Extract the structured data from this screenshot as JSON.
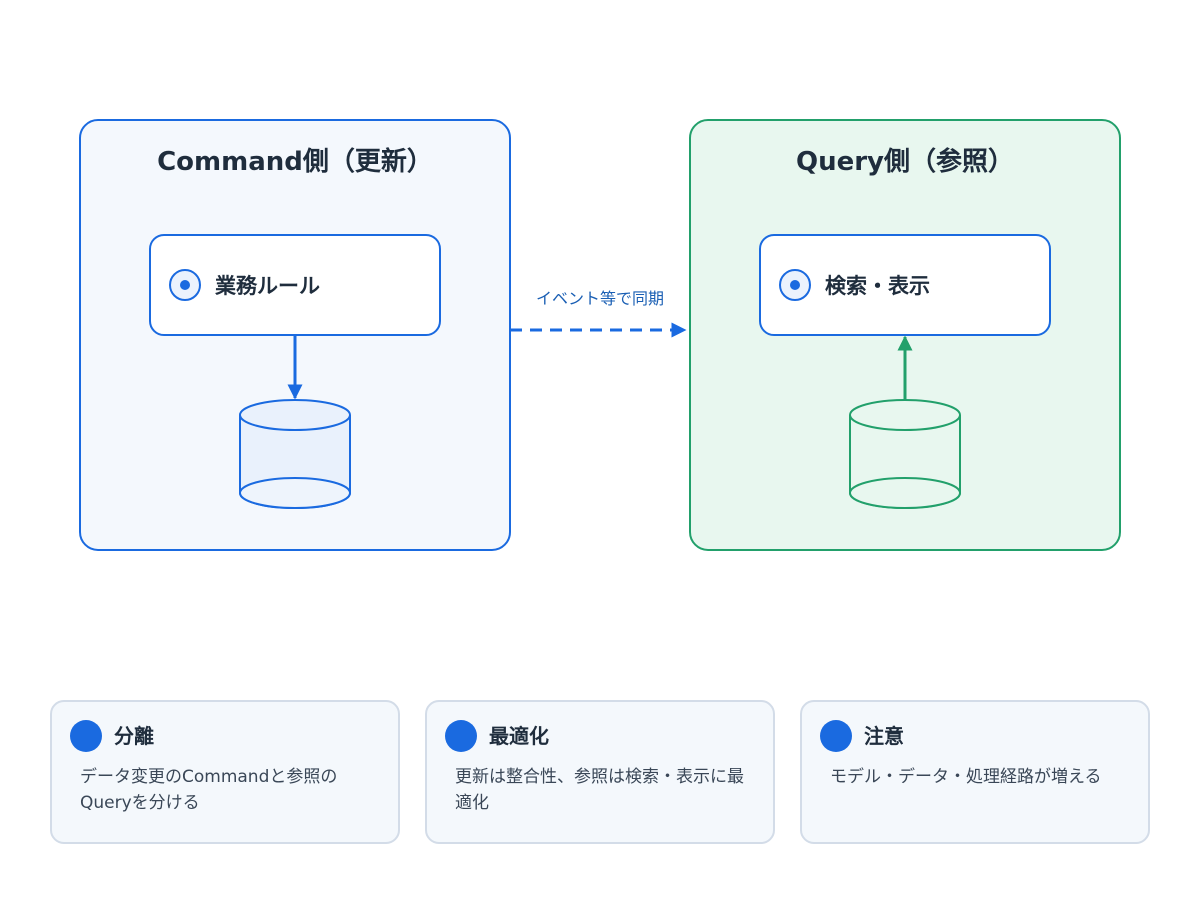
{
  "diagram": {
    "command_panel": {
      "title": "Command側（更新）",
      "node_label": "業務ルール"
    },
    "query_panel": {
      "title": "Query側（参照）",
      "node_label": "検索・表示"
    },
    "sync_label": "イベント等で同期"
  },
  "cards": [
    {
      "title": "分離",
      "body": "データ変更のCommandと参照のQueryを分ける"
    },
    {
      "title": "最適化",
      "body": "更新は整合性、参照は検索・表示に最適化"
    },
    {
      "title": "注意",
      "body": "モデル・データ・処理経路が増える"
    }
  ],
  "colors": {
    "command_accent": "#1a6ae0",
    "command_fill": "#f4f8fd",
    "query_accent": "#22a06b",
    "query_fill": "#e8f7ef",
    "card_dot": "#1a6ae0"
  }
}
